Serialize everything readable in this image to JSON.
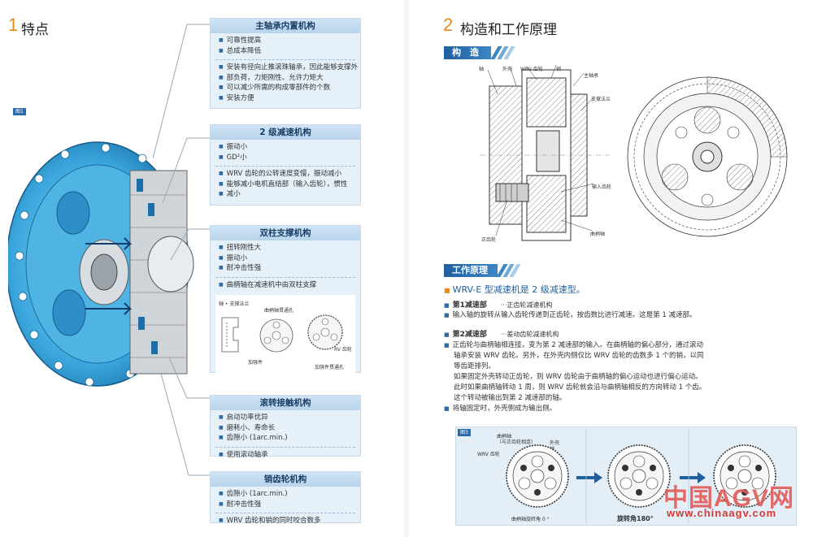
{
  "left": {
    "num": "1",
    "title": "特点",
    "fig1_tag": "图1",
    "boxes": [
      {
        "title": "主轴承内置机构",
        "items": [
          "可靠性提高",
          "总成本降低"
        ],
        "more": [
          "安装有径向止推滚珠轴承，因此能够支撑外",
          "部负荷，力矩刚性、允许力矩大",
          "可以减少所需的构成零部件的个数",
          "安装方便"
        ]
      },
      {
        "title": "2 级减速机构",
        "items": [
          "振动小",
          "GD²小"
        ],
        "more": [
          "WRV 齿轮的公转速度变慢，振动减小",
          "能够减小电机直结部（输入齿轮），惯性",
          "减小"
        ]
      },
      {
        "title": "双柱支撑机构",
        "items": [
          "扭转刚性大",
          "振动小",
          "耐冲击性强"
        ],
        "more": [
          "曲柄轴在减速机中由双柱支撑"
        ],
        "diagram_labels": {
          "axis_support": "轴 • 支撑法兰",
          "crank_hole": "曲柄轴贯通孔",
          "bolt_hole": "加强件",
          "rv_gear": "RV 齿轮",
          "bolt_hole2": "加强件贯通孔",
          "rib": "加强件"
        }
      },
      {
        "title": "滚转接触机构",
        "items": [
          "启动功率优异",
          "磨耗小、寿命长",
          "齿隙小 (1arc.min.)"
        ],
        "more": [
          "使用滚动轴承"
        ]
      },
      {
        "title": "销齿轮机构",
        "items": [
          "齿隙小 (1arc.min.)",
          "耐冲击性强"
        ],
        "more": [
          "WRV 齿轮和销的同时咬合数多"
        ]
      }
    ]
  },
  "right": {
    "num": "2",
    "title": "构造和工作原理",
    "construct_tag": "构　造",
    "labels": {
      "shaft": "轴",
      "outer": "外壳",
      "wrv_gear": "WRV 齿轮",
      "pin": "销",
      "main_bearing": "主轴承",
      "support_flange": "支撑法兰",
      "input_gear": "输入齿轮",
      "spur_gear": "正齿轮",
      "crank_shaft": "曲柄轴"
    },
    "principle_tag": "工作原理",
    "headline": "WRV-E 型减速机是 2 级减速型。",
    "stage1_label": "第1减速部",
    "stage1_desc": "···正齿轮减速机构",
    "stage1_text": "输入轴的旋转从输入齿轮传递到正齿轮，按齿数比进行减速。这是第 1 减速部。",
    "stage2_label": "第2减速部",
    "stage2_desc": "···差动齿轮减速机构",
    "stage2_lines": [
      "正齿轮与曲柄轴相连接，变为第 2 减速部的输入。在曲柄轴的偏心部分，通过滚动",
      "轴承安装 WRV 齿轮。另外，在外壳内侧仅比 WRV 齿轮的齿数多 1 个的销，以同",
      "等齿距排列。",
      "如果固定外壳转动正齿轮，则 WRV 齿轮由于曲柄轴的偏心运动也进行偏心运动。",
      "此时如果曲柄轴转动 1 周，则 WRV 齿轮就会沿与曲柄轴相反的方向转动 1 个齿。",
      "这个转动被输出到第 2 减速部的轴。"
    ],
    "stage2_last": "将轴固定时，外壳侧成为输出侧。",
    "fig3": {
      "tag": "图3",
      "crank": "曲柄轴",
      "crank_sub": "（与正齿轮相连）",
      "wrv": "WRV 齿轮",
      "outer": "外壳",
      "pin": "销",
      "angle0": "曲柄轴旋转角 0 °",
      "angle180": "旋转角180°"
    }
  },
  "watermark": {
    "cn": "中国AGV网",
    "url": "www.chinaagv.com"
  }
}
